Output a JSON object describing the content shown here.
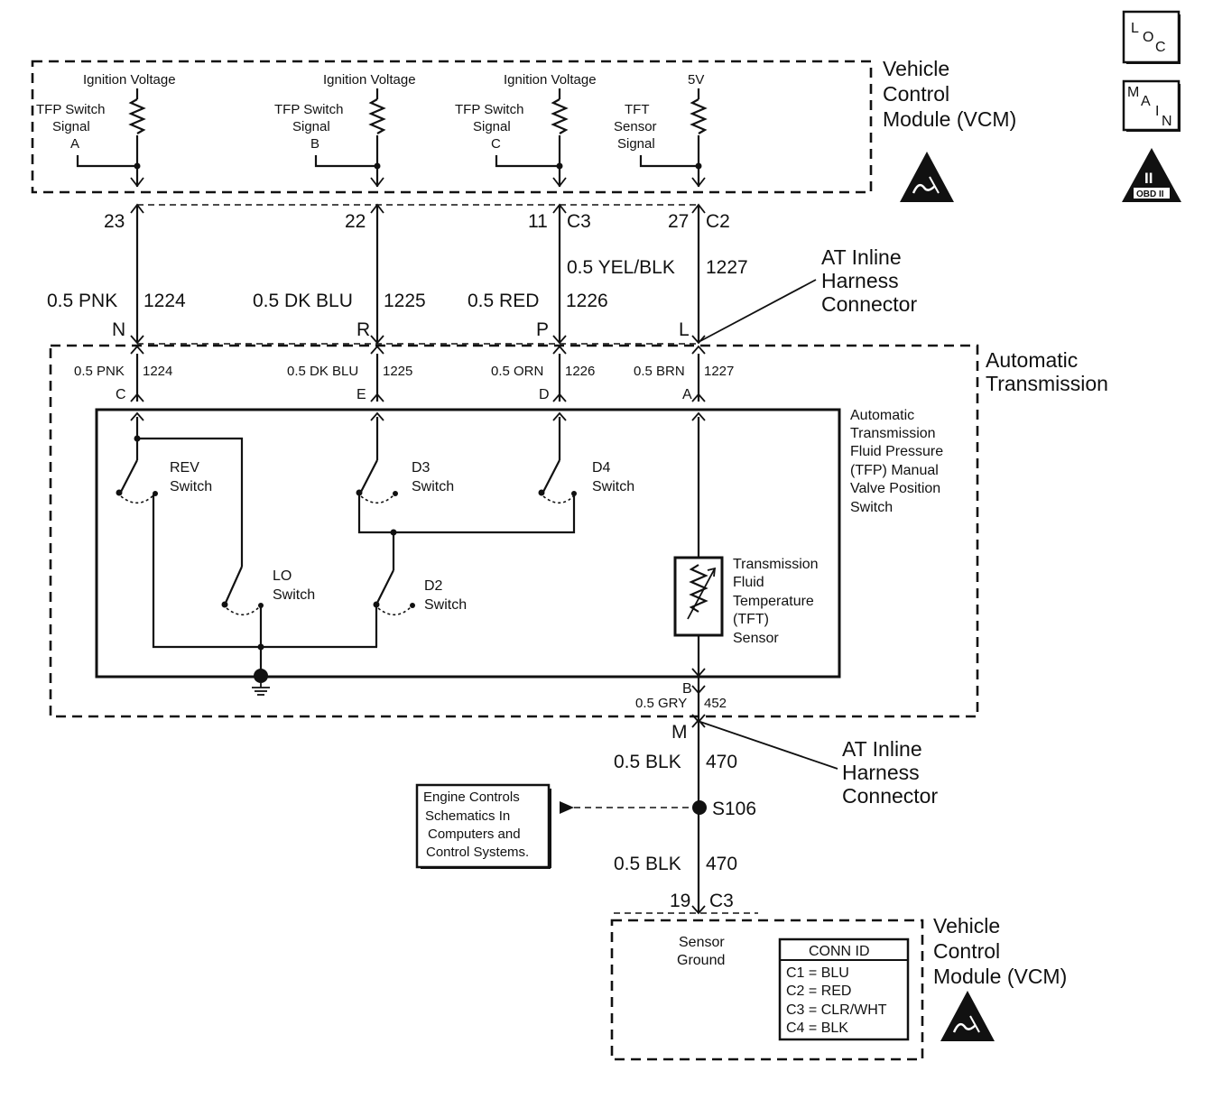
{
  "vcm_top": {
    "title_lines": [
      "Vehicle",
      "Control",
      "Module (VCM)"
    ],
    "ign_a": "Ignition Voltage",
    "ign_b": "Ignition Voltage",
    "ign_c": "Ignition Voltage",
    "five_v": "5V",
    "tfp_a_lines": [
      "TFP Switch",
      "Signal",
      "A"
    ],
    "tfp_b_lines": [
      "TFP Switch",
      "Signal",
      "B"
    ],
    "tfp_c_lines": [
      "TFP Switch",
      "Signal",
      "C"
    ],
    "tft_lines": [
      "TFT",
      "Sensor",
      "Signal"
    ]
  },
  "vcm_pins": {
    "pin_23": "23",
    "pin_22": "22",
    "pin_11": "11",
    "conn_c3": "C3",
    "pin_27": "27",
    "conn_c2": "C2"
  },
  "harness_wires": {
    "w1": "0.5 PNK",
    "n1": "1224",
    "w2": "0.5 DK BLU",
    "n2": "1225",
    "w3": "0.5 RED",
    "n3": "1226",
    "w4": "0.5 YEL/BLK",
    "n4": "1227"
  },
  "inline_pins": {
    "n": "N",
    "r": "R",
    "p": "P",
    "l": "L",
    "m": "M"
  },
  "inline_top": [
    "AT Inline",
    "Harness",
    "Connector"
  ],
  "inline_bottom": [
    "AT Inline",
    "Harness",
    "Connector"
  ],
  "trans_title": [
    "Automatic",
    "Transmission"
  ],
  "trans_wires": {
    "w1": "0.5 PNK",
    "n1": "1224",
    "p1": "C",
    "w2": "0.5 DK BLU",
    "n2": "1225",
    "p2": "E",
    "w3": "0.5 ORN",
    "n3": "1226",
    "p3": "D",
    "w4": "0.5 BRN",
    "n4": "1227",
    "p4": "A"
  },
  "tfp_desc": [
    "Automatic",
    "Transmission",
    "Fluid Pressure",
    "(TFP) Manual",
    "Valve Position",
    "Switch"
  ],
  "switches": {
    "rev": [
      "REV",
      "Switch"
    ],
    "d3": [
      "D3",
      "Switch"
    ],
    "d4": [
      "D4",
      "Switch"
    ],
    "lo": [
      "LO",
      "Switch"
    ],
    "d2": [
      "D2",
      "Switch"
    ]
  },
  "tft_sensor": [
    "Transmission",
    "Fluid",
    "Temperature",
    "(TFT)",
    "Sensor"
  ],
  "ground_wire": {
    "pin_b": "B",
    "w_gry": "0.5 GRY",
    "n_gry": "452",
    "w_blk1": "0.5 BLK",
    "n_blk1": "470",
    "splice": "S106",
    "w_blk2": "0.5 BLK",
    "n_blk2": "470",
    "pin_19": "19",
    "conn_c3": "C3"
  },
  "engine_ref": [
    "Engine Controls",
    "Schematics In",
    "Computers and",
    "Control Systems."
  ],
  "vcm_bottom": {
    "title_lines": [
      "Vehicle",
      "Control",
      "Module (VCM)"
    ],
    "sensor_ground": [
      "Sensor",
      "Ground"
    ]
  },
  "conn_id": {
    "header": "CONN ID",
    "rows": [
      "C1 = BLU",
      "C2 = RED",
      "C3 = CLR/WHT",
      "C4 = BLK"
    ]
  },
  "badges": {
    "loc": [
      "L",
      "O",
      "C"
    ],
    "main": [
      "M",
      "A",
      "I",
      "N"
    ],
    "obd_numeral": "II",
    "obd_text": "OBD II"
  }
}
